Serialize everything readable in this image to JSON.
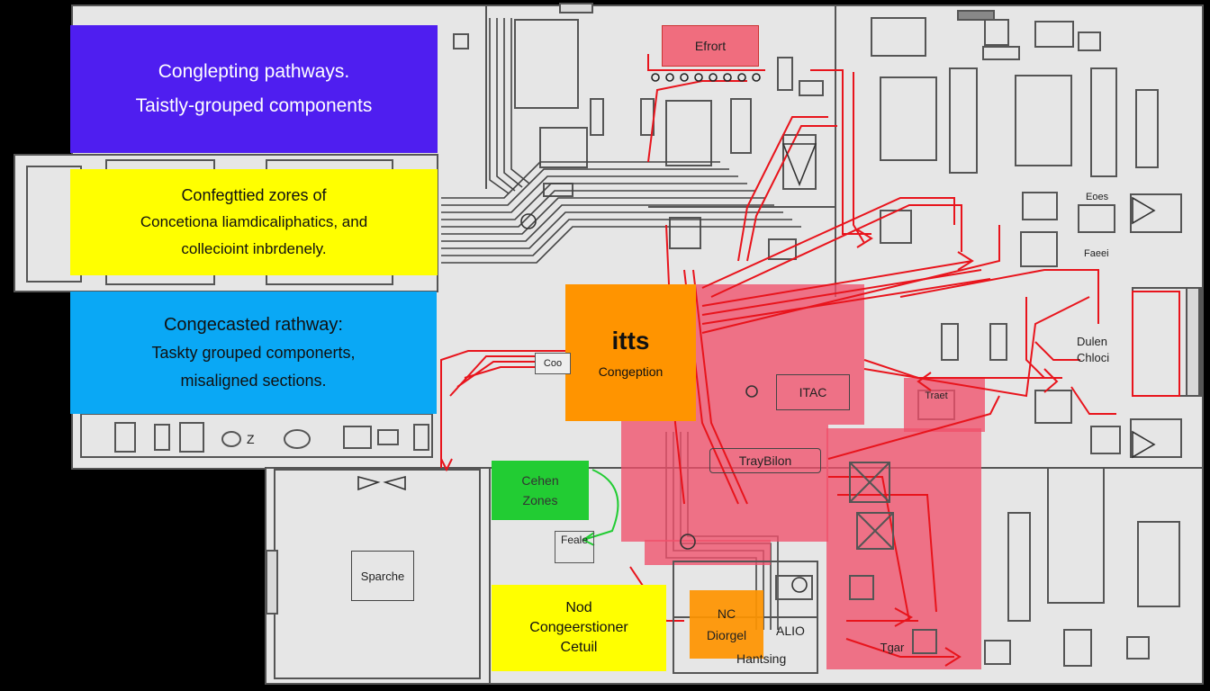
{
  "colors": {
    "background": "#000000",
    "plan_fill": "#e6e6e6",
    "wall": "#555555",
    "route_red": "#e8141c",
    "congestion_pink": "#f0506a",
    "purple": "#4f1ef0",
    "yellow": "#ffff00",
    "blue": "#0aa8f5",
    "orange": "#ff9400",
    "green": "#22cc33",
    "label_pink": "#f06d7e"
  },
  "callouts": {
    "purple": {
      "line1": "Conglepting pathways.",
      "line2": "Taistly-grouped components"
    },
    "yellow": {
      "line1": "Confegttied zores of",
      "line2": "Concetiona liamdicaliphatics, and",
      "line3": "collecioint inbrdenely."
    },
    "blue": {
      "line1": "Congecasted rathway:",
      "line2": "Taskty grouped componerts,",
      "line3": "misaligned sections."
    },
    "orange": {
      "title": "itts",
      "subtitle": "Congeption"
    },
    "green": {
      "line1": "Cehen",
      "line2": "Zones"
    },
    "bottom_yellow": {
      "line1": "Nod",
      "line2": "Congeerstioner",
      "line3": "Cetuil"
    },
    "bottom_orange": {
      "line1": "NC",
      "line2": "Diorgel"
    }
  },
  "labels": {
    "efrort": "Efrort",
    "coo": "Coo",
    "itac": "ITAC",
    "traybilon": "TrayBilon",
    "feale": "Feale",
    "sparche": "Sparche",
    "dulen": "Dulen",
    "chloci": "Chloci",
    "traet": "Traet",
    "eoes": "Eoes",
    "faeei": "Faeei",
    "tgar": "Tgar",
    "alio": "ALIO",
    "hantsing": "Hantsing",
    "z_mark": "Z"
  },
  "icons": [
    "fan-icon",
    "sink-icon",
    "door-icon",
    "arrow-icon"
  ]
}
